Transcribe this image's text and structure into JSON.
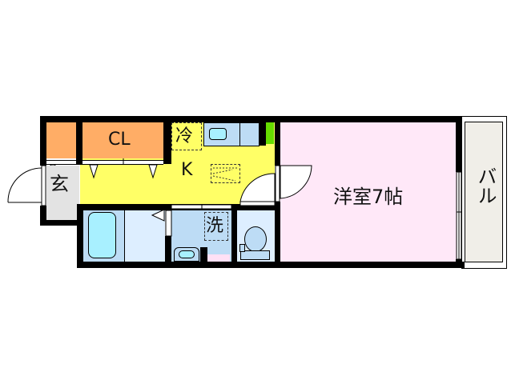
{
  "floorplan": {
    "rooms": {
      "closet_small": {
        "label": "",
        "color": "#FFAD66"
      },
      "closet": {
        "label": "CL",
        "color": "#FFAD66"
      },
      "entrance": {
        "label": "玄",
        "color": "#E3E3E3"
      },
      "kitchen": {
        "label": "K",
        "color": "#FFFF66"
      },
      "fridge": {
        "label": "冷"
      },
      "bath": {
        "color": "#BDDCF5",
        "tub_color": "#A8F0FF"
      },
      "washroom": {
        "label": "洗",
        "color": "#BDDCF5"
      },
      "toilet": {
        "color": "#DDEEFF"
      },
      "western_room": {
        "label": "洋室7帖",
        "color": "#FFE8F8"
      },
      "balcony": {
        "label": "バル",
        "color": "#F0EEE8"
      }
    },
    "accent_colors": {
      "wall": "#000000",
      "green_cabinet": "#66DD00",
      "pink_cabinet": "#FFE0F5"
    }
  }
}
